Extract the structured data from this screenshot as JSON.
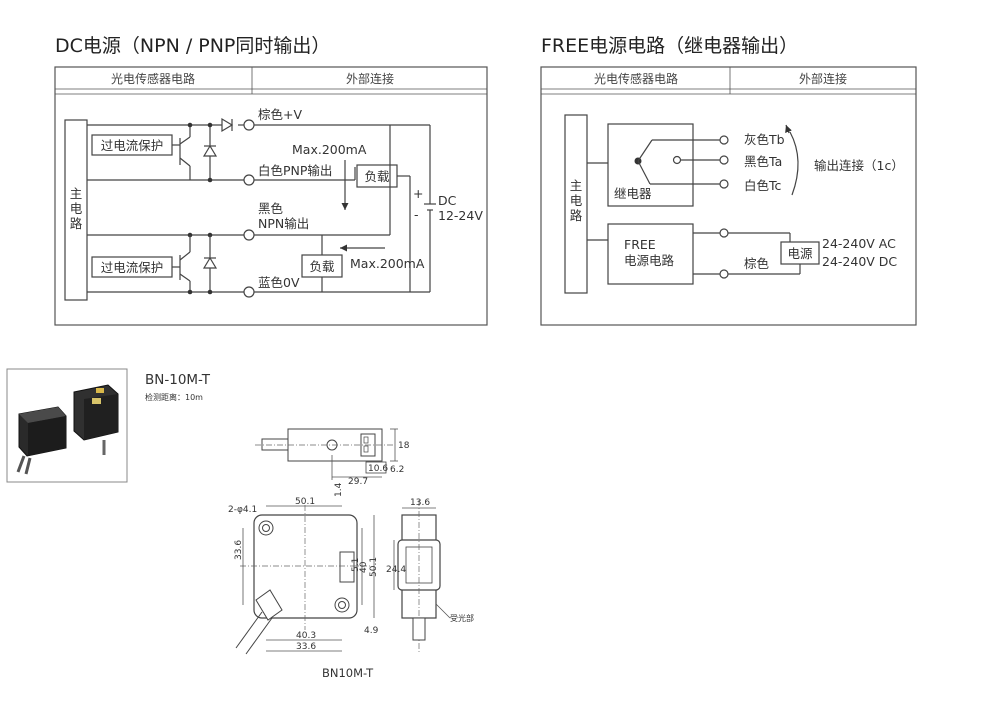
{
  "dc_diagram": {
    "title": "DC电源（NPN / PNP同时输出）",
    "header_left": "光电传感器电路",
    "header_right": "外部连接",
    "main_circuit": [
      "主",
      "电",
      "路"
    ],
    "overcurrent_top": "过电流保护",
    "overcurrent_bottom": "过电流保护",
    "brown_label": "棕色+V",
    "max_current_top": "Max.200mA",
    "white_pnp_label": "白色PNP输出",
    "load_top": "负载",
    "dc_label": "DC",
    "dc_voltage": "12-24V",
    "plus_sign": "+",
    "minus_sign": "-",
    "black_label": "黑色",
    "npn_label": "NPN输出",
    "load_bottom": "负载",
    "max_current_bottom": "Max.200mA",
    "blue_label": "蓝色0V"
  },
  "free_diagram": {
    "title": "FREE电源电路（继电器输出）",
    "header_left": "光电传感器电路",
    "header_right": "外部连接",
    "main_circuit": [
      "主",
      "电",
      "路"
    ],
    "relay_label": "继电器",
    "gray_label": "灰色Tb",
    "black_label": "黑色Ta",
    "white_label": "白色Tc",
    "output_label": "输出连接（1c）",
    "free_line1": "FREE",
    "free_line2": "电源电路",
    "brown_label": "棕色",
    "power_label": "电源",
    "voltage_ac": "24-240V  AC",
    "voltage_dc": "24-240V  DC"
  },
  "product": {
    "model": "BN-10M-T",
    "detection_distance": "检测距离：10m",
    "drawing_caption": "BN10M-T",
    "receiver_label": "受光部"
  },
  "dimensions": {
    "top_height": "18",
    "top_10_6": "10.6",
    "top_6_2": "6.2",
    "top_29_7": "29.7",
    "holes": "2-φ4.1",
    "width_50_1": "50.1",
    "dim_1_4": "1.4",
    "height_33_6": "33.6",
    "dim_5_1": "5.1",
    "dim_40": "40",
    "height_50_1": "50.1",
    "bottom_40_3": "40.3",
    "bottom_4_9": "4.9",
    "bottom_33_6": "33.6",
    "side_13_6": "13.6",
    "side_24_4": "24.4"
  }
}
